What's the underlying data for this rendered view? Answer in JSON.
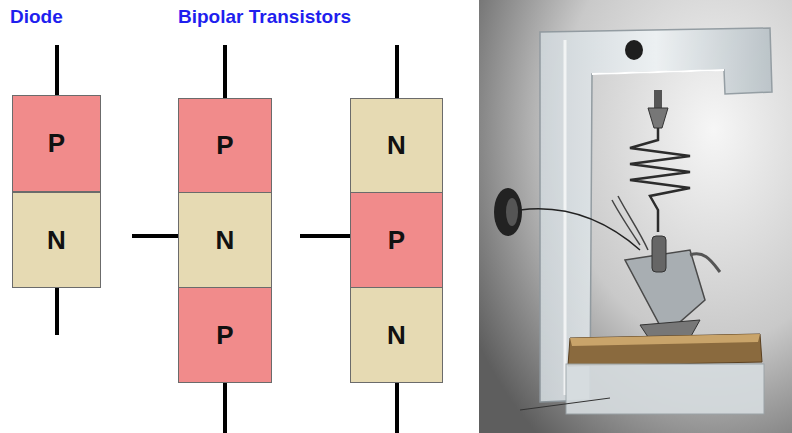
{
  "diagram": {
    "nodes": [
      {
        "text": [
          "P"
        ]
      },
      {
        "text": [
          "N"
        ]
      },
      {
        "text": [
          "P"
        ]
      },
      {
        "text": [
          "N"
        ]
      },
      {
        "text": [
          "P"
        ]
      },
      {
        "text": [
          "N"
        ]
      },
      {
        "text": [
          "P"
        ]
      },
      {
        "text": [
          "N"
        ]
      }
    ],
    "labels": [
      "Diode",
      "Bipolar Transistors"
    ]
  }
}
